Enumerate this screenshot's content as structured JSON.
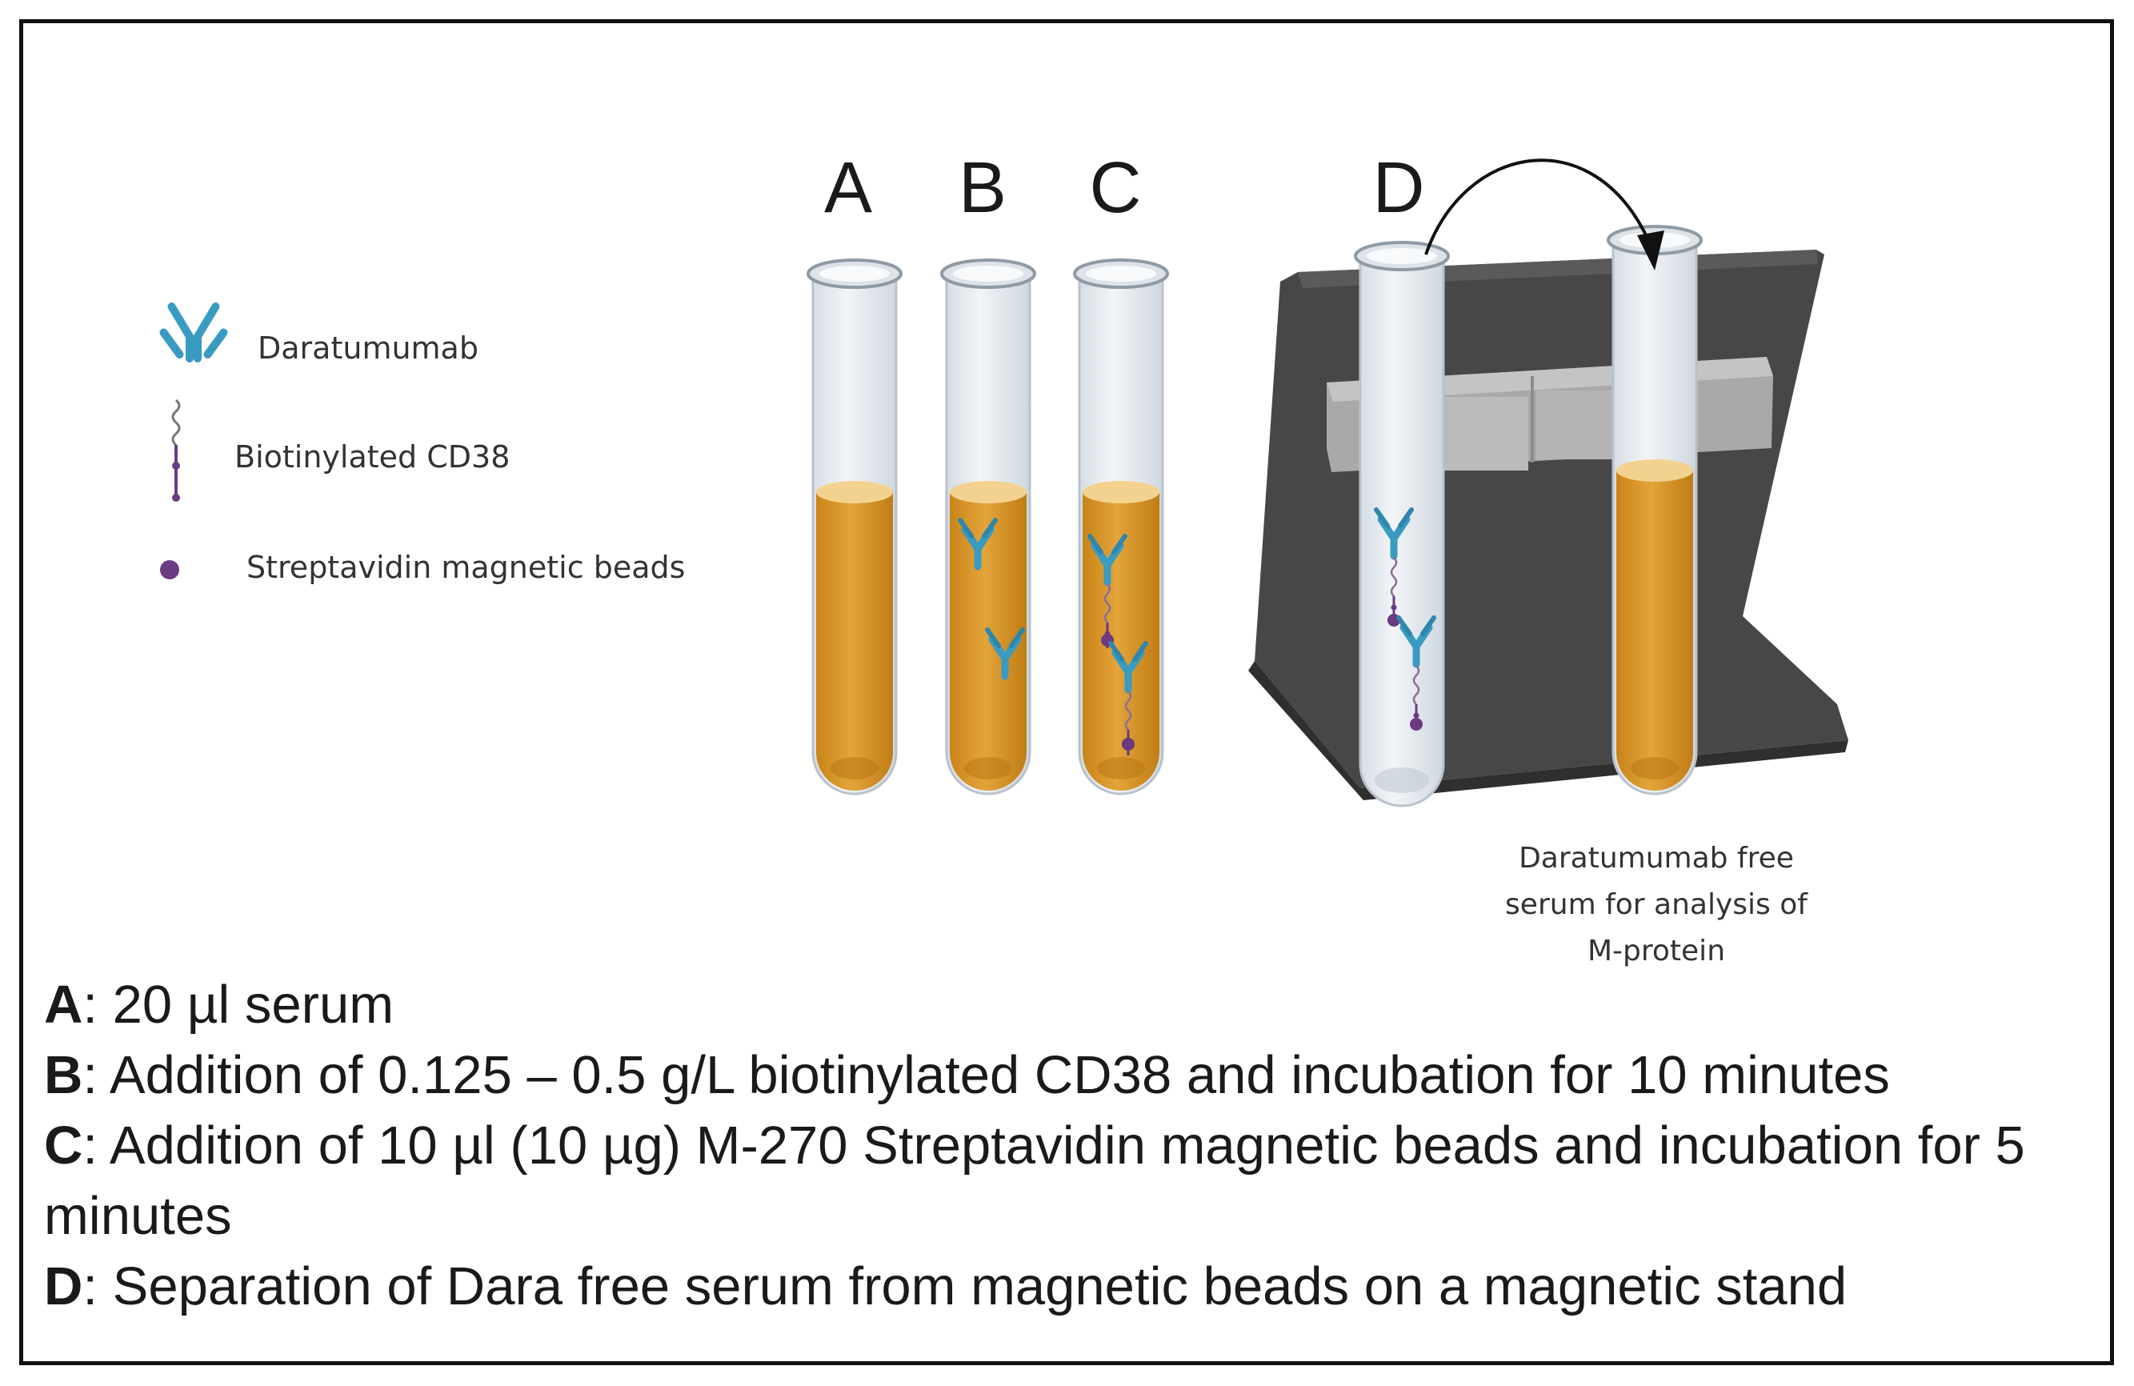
{
  "tubes": [
    "A",
    "B",
    "C",
    "D"
  ],
  "legend": [
    {
      "icon": "antibody-icon",
      "label": "Daratumumab"
    },
    {
      "icon": "biotinylated-cd38-icon",
      "label": "Biotinylated CD38"
    },
    {
      "icon": "bead-icon",
      "label": "Streptavidin magnetic beads"
    }
  ],
  "caption_lines": [
    "Daratumumab free",
    "serum for analysis of",
    "M-protein"
  ],
  "steps": [
    {
      "letter": "A",
      "sep": ":",
      "text": " 20 µl serum"
    },
    {
      "letter": "B",
      "sep": ":",
      "text": " Addition of 0.125 – 0.5 g/L biotinylated CD38 and incubation for 10 minutes"
    },
    {
      "letter": "C",
      "sep": ":",
      "text": " Addition of 10 µl (10 µg) M-270 Streptavidin magnetic beads and incubation for 5 minutes"
    },
    {
      "letter": "D",
      "sep": ":",
      "text": " Separation of Dara free serum from magnetic beads on a magnetic stand"
    }
  ],
  "colors": {
    "serum": "#d7921f",
    "serum_top": "#f3d28f",
    "antibody": "#3a9bc2",
    "bead": "#6b3a80",
    "stand": "#4a4a4a",
    "magnet": "#a8a8a8",
    "glass": "#e3e9ef"
  }
}
